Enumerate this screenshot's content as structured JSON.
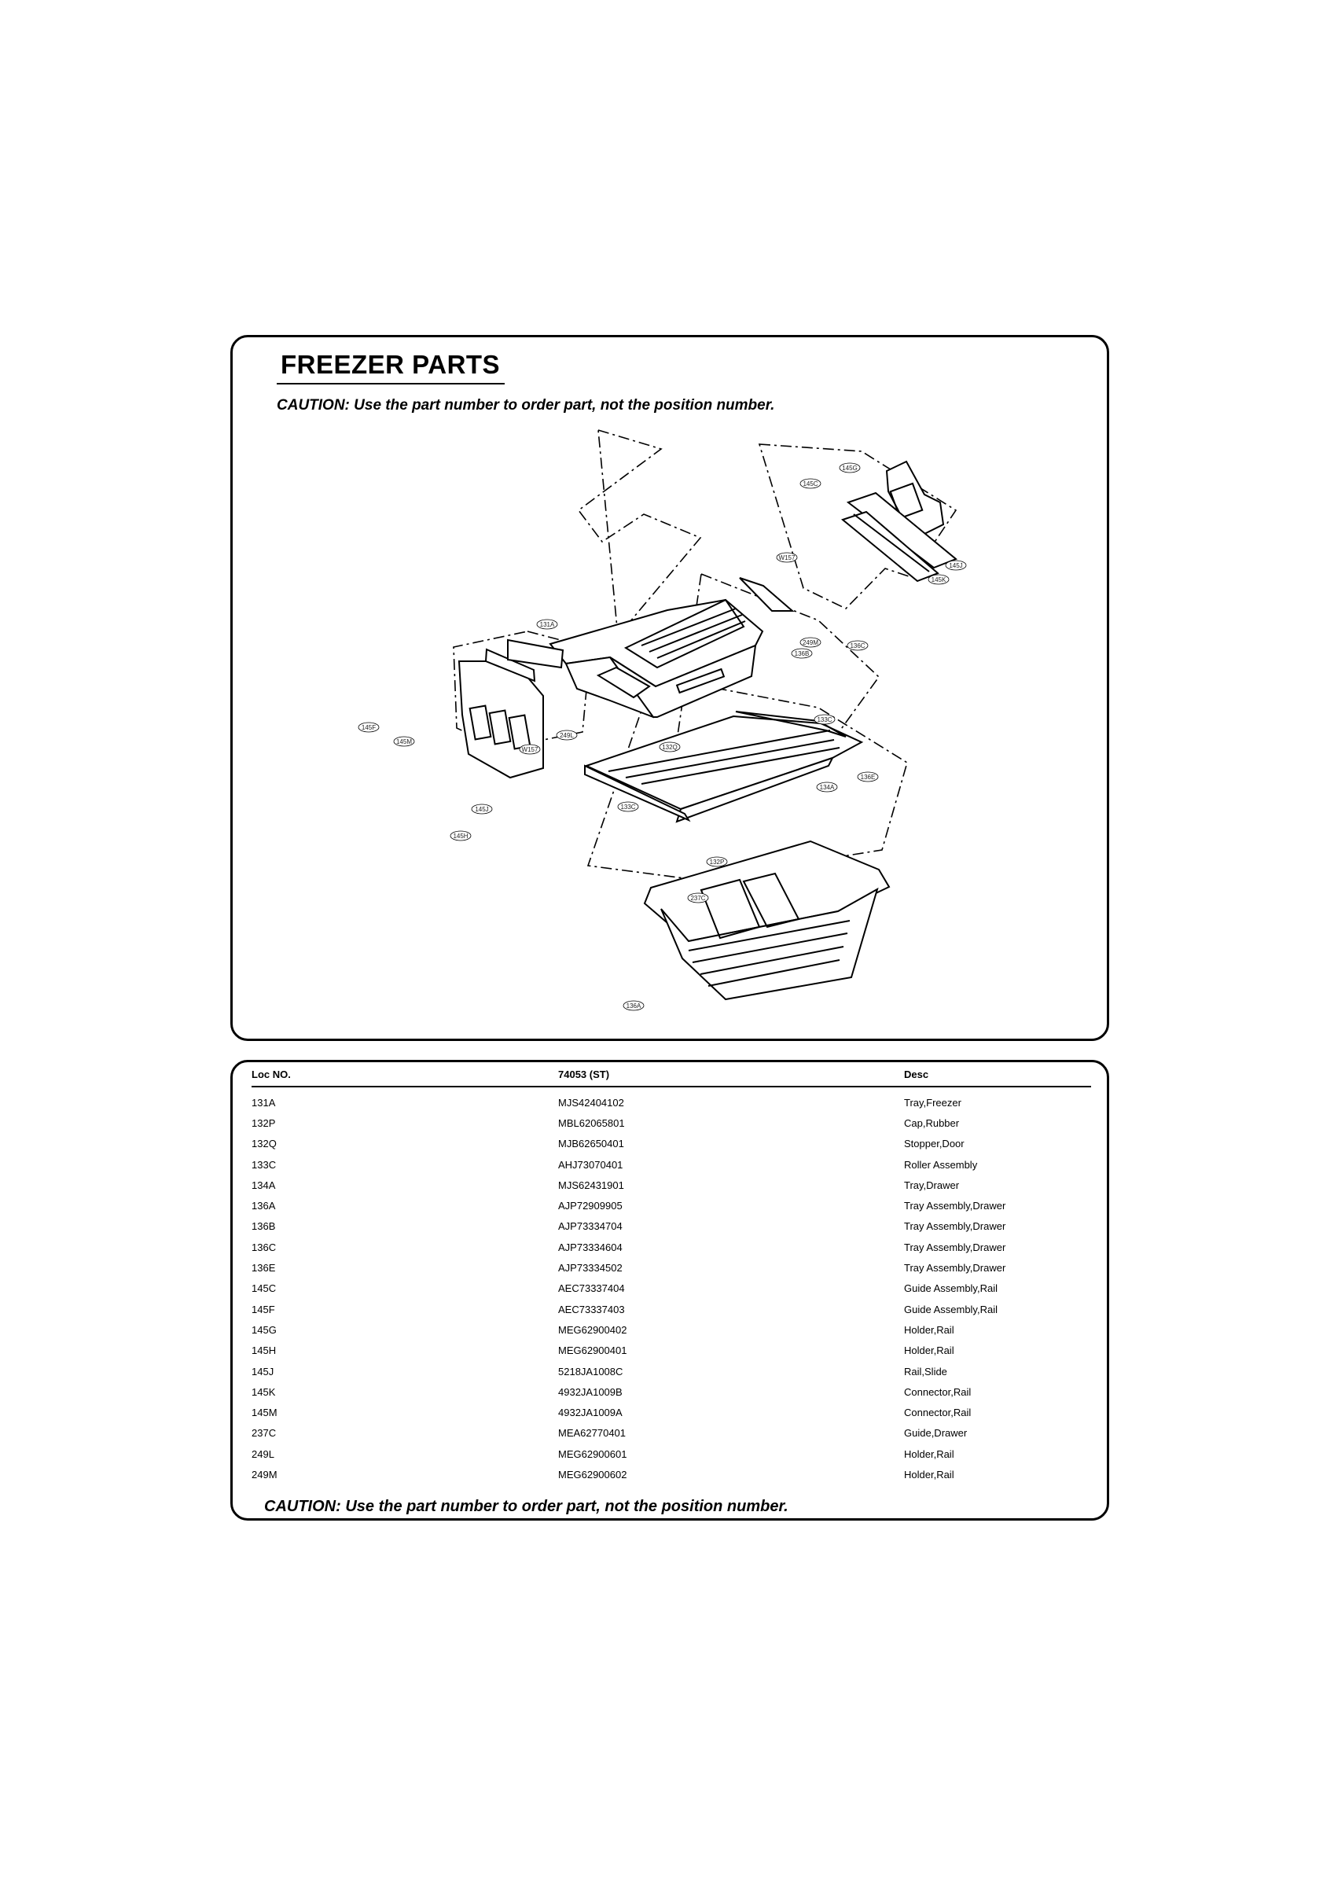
{
  "title": "FREEZER PARTS",
  "caution_top": "CAUTION: Use the part number to order part, not the position number.",
  "caution_bottom": "CAUTION: Use the part number to order part, not the position number.",
  "callouts": [
    "145C",
    "145G",
    "145J",
    "145K",
    "W157",
    "131A",
    "249M",
    "136B",
    "136C",
    "145F",
    "145M",
    "249L",
    "W157",
    "132Q",
    "133C",
    "136E",
    "134A",
    "133C",
    "145J",
    "145H",
    "132P",
    "237C",
    "136A"
  ],
  "table": {
    "headers": [
      "Loc NO.",
      "74053 (ST)",
      "Desc"
    ],
    "rows": [
      [
        "131A",
        "MJS42404102",
        "Tray,Freezer"
      ],
      [
        "132P",
        "MBL62065801",
        "Cap,Rubber"
      ],
      [
        "132Q",
        "MJB62650401",
        "Stopper,Door"
      ],
      [
        "133C",
        "AHJ73070401",
        "Roller Assembly"
      ],
      [
        "134A",
        "MJS62431901",
        "Tray,Drawer"
      ],
      [
        "136A",
        "AJP72909905",
        "Tray Assembly,Drawer"
      ],
      [
        "136B",
        "AJP73334704",
        "Tray Assembly,Drawer"
      ],
      [
        "136C",
        "AJP73334604",
        "Tray Assembly,Drawer"
      ],
      [
        "136E",
        "AJP73334502",
        "Tray Assembly,Drawer"
      ],
      [
        "145C",
        "AEC73337404",
        "Guide Assembly,Rail"
      ],
      [
        "145F",
        "AEC73337403",
        "Guide Assembly,Rail"
      ],
      [
        "145G",
        "MEG62900402",
        "Holder,Rail"
      ],
      [
        "145H",
        "MEG62900401",
        "Holder,Rail"
      ],
      [
        "145J",
        "5218JA1008C",
        "Rail,Slide"
      ],
      [
        "145K",
        "4932JA1009B",
        "Connector,Rail"
      ],
      [
        "145M",
        "4932JA1009A",
        "Connector,Rail"
      ],
      [
        "237C",
        "MEA62770401",
        "Guide,Drawer"
      ],
      [
        "249L",
        "MEG62900601",
        "Holder,Rail"
      ],
      [
        "249M",
        "MEG62900602",
        "Holder,Rail"
      ]
    ]
  }
}
